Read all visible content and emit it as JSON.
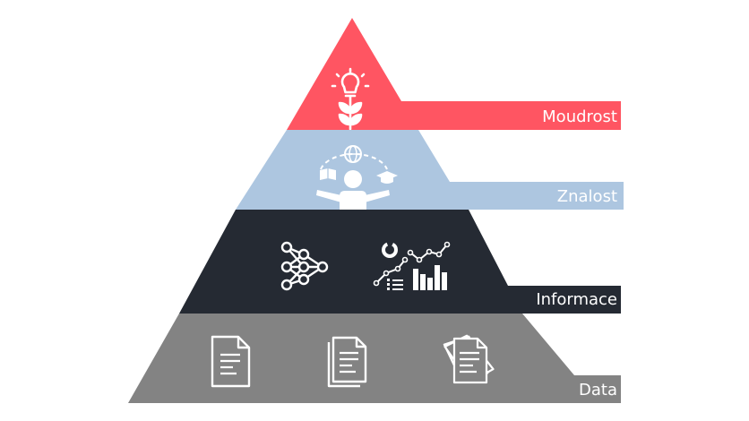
{
  "pyramid": {
    "tiers": [
      {
        "id": "wisdom",
        "label": "Moudrost",
        "color": "#ff5562",
        "icons": [
          "lightbulb-plant-icon"
        ]
      },
      {
        "id": "knowledge",
        "label": "Znalost",
        "color": "#adc6e0",
        "icons": [
          "person-juggling-knowledge-icon"
        ]
      },
      {
        "id": "information",
        "label": "Informace",
        "color": "#252a33",
        "icons": [
          "network-graph-icon",
          "analytics-charts-icon"
        ]
      },
      {
        "id": "data",
        "label": "Data",
        "color": "#838383",
        "icons": [
          "document-icon",
          "documents-stack-icon",
          "documents-pile-icon"
        ]
      }
    ]
  }
}
